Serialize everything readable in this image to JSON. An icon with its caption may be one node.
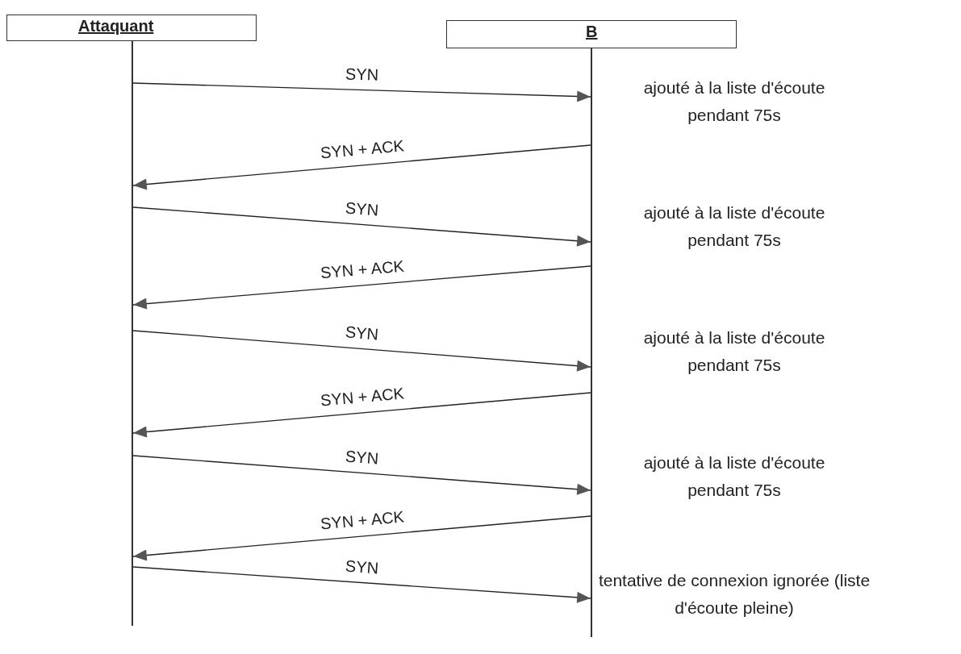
{
  "diagram": {
    "nodes": [
      {
        "text": [
          "Attaquant"
        ]
      },
      {
        "text": [
          "B"
        ]
      },
      {
        "text": [],
        "shape": "line"
      },
      {
        "text": [],
        "shape": "line"
      }
    ],
    "edges": [
      {
        "from": 2,
        "to": 3,
        "arrow": "to",
        "label": "SYN"
      },
      {
        "from": 3,
        "to": 2,
        "arrow": "to",
        "label": "SYN + ACK"
      },
      {
        "from": 2,
        "to": 3,
        "arrow": "to",
        "label": "SYN"
      },
      {
        "from": 3,
        "to": 2,
        "arrow": "to",
        "label": "SYN + ACK"
      },
      {
        "from": 2,
        "to": 3,
        "arrow": "to",
        "label": "SYN"
      },
      {
        "from": 3,
        "to": 2,
        "arrow": "to",
        "label": "SYN + ACK"
      },
      {
        "from": 2,
        "to": 3,
        "arrow": "to",
        "label": "SYN"
      },
      {
        "from": 3,
        "to": 2,
        "arrow": "to",
        "label": "SYN + ACK"
      },
      {
        "from": 2,
        "to": 3,
        "arrow": "to",
        "label": "SYN"
      }
    ],
    "labels": [
      "ajouté à la liste d'écoute pendant 75s",
      "ajouté à la liste d'écoute pendant 75s",
      "ajouté à la liste d'écoute pendant 75s",
      "ajouté à la liste d'écoute pendant 75s",
      "tentative de connexion ignorée (liste d'écoute pleine)"
    ]
  }
}
